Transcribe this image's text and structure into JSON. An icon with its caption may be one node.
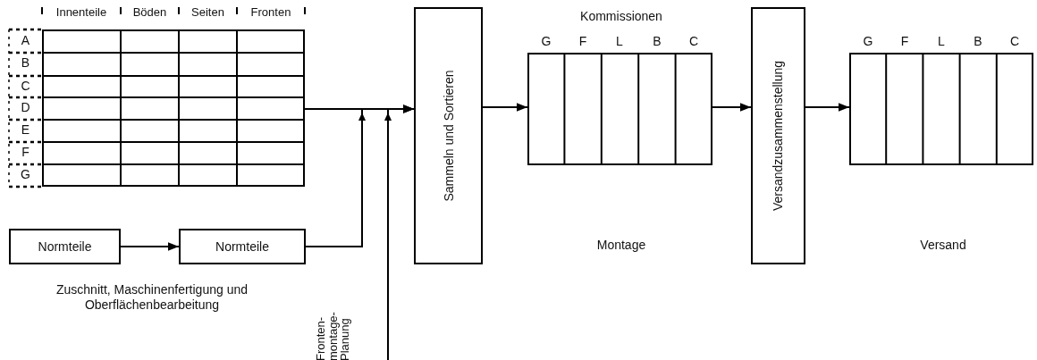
{
  "diagram": {
    "nodes": [
      {
        "text": [],
        "shape": "box"
      },
      {
        "text": [
          "Normteile"
        ]
      },
      {
        "text": [
          "Normteile"
        ]
      },
      {
        "text": [
          "Sammeln und Sortieren"
        ]
      },
      {
        "text": [],
        "shape": "box"
      },
      {
        "text": [
          "Versandzusammenstellung"
        ]
      },
      {
        "text": [],
        "shape": "box"
      }
    ],
    "edges": [
      {
        "from": 0,
        "to": 3,
        "arrow": "to"
      },
      {
        "from": 1,
        "to": 2,
        "arrow": "to"
      },
      {
        "from": 2,
        "to": 3,
        "arrow": "to"
      },
      {
        "from": null,
        "to": 3,
        "arrow": "to"
      },
      {
        "from": 3,
        "to": 4,
        "arrow": "to"
      },
      {
        "from": 4,
        "to": 5,
        "arrow": "to"
      },
      {
        "from": 5,
        "to": 6,
        "arrow": "to"
      }
    ],
    "labels": [
      "Innenteile",
      "Böden",
      "Seiten",
      "Fronten",
      "A",
      "B",
      "C",
      "D",
      "E",
      "F",
      "G",
      "Zuschnitt, Maschinenfertigung und Oberflächenbearbeitung",
      "Fronten- montage- Planung",
      "Kommissionen",
      "G",
      "F",
      "L",
      "B",
      "C",
      "Montage",
      "G",
      "F",
      "L",
      "B",
      "C",
      "Versand"
    ]
  }
}
